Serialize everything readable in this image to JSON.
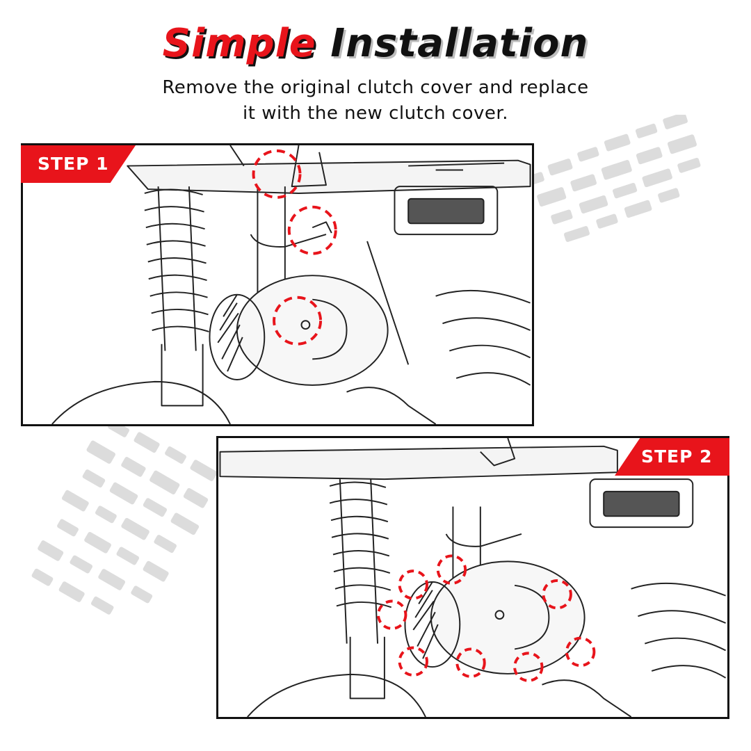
{
  "title": {
    "word1": "Simple",
    "word2": "Installation"
  },
  "subtitle": {
    "line1": "Remove the original clutch cover and replace",
    "line2": "it with the new clutch cover."
  },
  "steps": [
    {
      "label": "STEP 1"
    },
    {
      "label": "STEP 2"
    }
  ],
  "colors": {
    "accent": "#e8141b",
    "text": "#111111",
    "tread": "#dcdcdc"
  }
}
